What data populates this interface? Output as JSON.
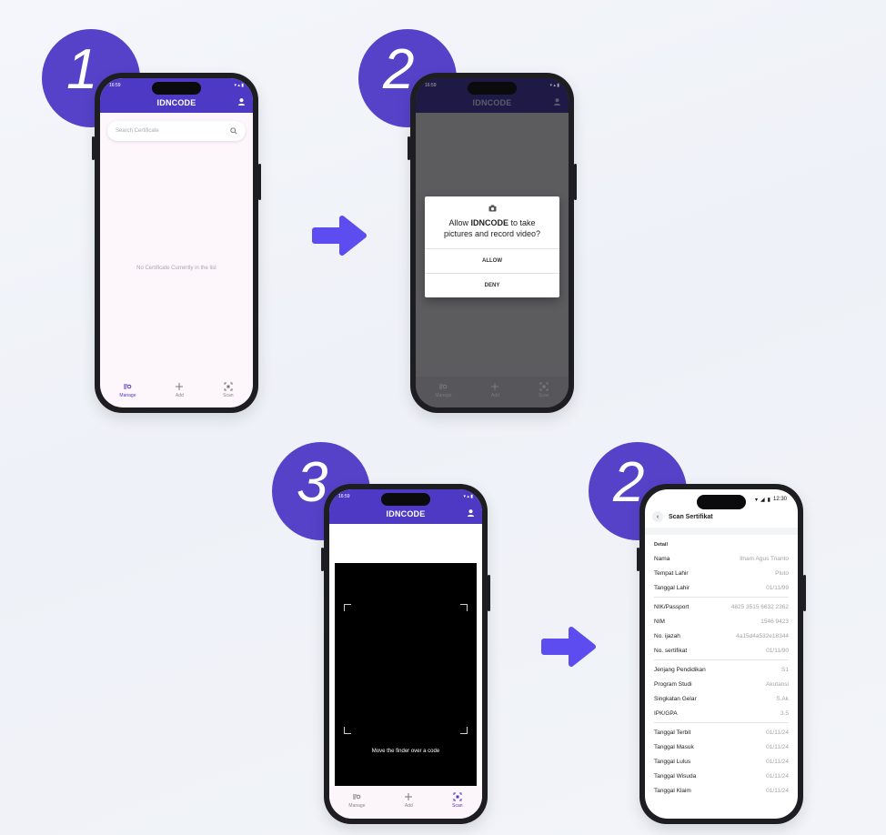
{
  "steps": [
    {
      "number": "1"
    },
    {
      "number": "2"
    },
    {
      "number": "3"
    },
    {
      "number": "2"
    }
  ],
  "colors": {
    "accent": "#4d39c4",
    "step_circle": "#5542c9",
    "arrow": "#5d4cf0"
  },
  "phone1": {
    "time": "16:59",
    "app_title": "IDNCODE",
    "search_placeholder": "Search Certificate",
    "empty_message": "No Certificate Currently in the list",
    "nav": {
      "manage": "Manage",
      "add": "Add",
      "scan": "Scan"
    }
  },
  "phone2": {
    "time": "16:59",
    "app_title": "IDNCODE",
    "dialog": {
      "message_prefix": "Allow ",
      "app_name": "IDNCODE",
      "message_suffix": " to take pictures and record video?",
      "allow": "ALLOW",
      "deny": "DENY"
    },
    "nav": {
      "manage": "Manage",
      "add": "Add",
      "scan": "Scan"
    }
  },
  "phone3": {
    "time": "16:59",
    "app_title": "IDNCODE",
    "finder_message": "Move the finder over a code",
    "nav": {
      "manage": "Manage",
      "add": "Add",
      "scan": "Scan"
    }
  },
  "phone4": {
    "time": "12:30",
    "title": "Scan Sertifikat",
    "section": "Detail",
    "groups": [
      [
        {
          "label": "Nama",
          "value": "Ilham Agus Trianto"
        },
        {
          "label": "Tempat Lahir",
          "value": "Pluto"
        },
        {
          "label": "Tanggal Lahir",
          "value": "01/11/99"
        }
      ],
      [
        {
          "label": "NIK/Passport",
          "value": "4825 3515 6632 2362"
        },
        {
          "label": "NIM",
          "value": "1546 9423"
        },
        {
          "label": "No. ijazah",
          "value": "4a15d4a532e18344"
        },
        {
          "label": "No. sertifikat",
          "value": "01/11/90"
        }
      ],
      [
        {
          "label": "Jenjang Pendidikan",
          "value": "S1"
        },
        {
          "label": "Program Studi",
          "value": "Akutansi"
        },
        {
          "label": "Singkatan Gelar",
          "value": "S.Ak"
        },
        {
          "label": "IPK/GPA",
          "value": "3.5"
        }
      ],
      [
        {
          "label": "Tanggal Terbit",
          "value": "01/11/24"
        },
        {
          "label": "Tanggal Masuk",
          "value": "01/11/24"
        },
        {
          "label": "Tanggal Lulus",
          "value": "01/11/24"
        },
        {
          "label": "Tanggal Wisuda",
          "value": "01/11/24"
        },
        {
          "label": "Tanggal Klaim",
          "value": "01/11/24"
        }
      ]
    ]
  }
}
